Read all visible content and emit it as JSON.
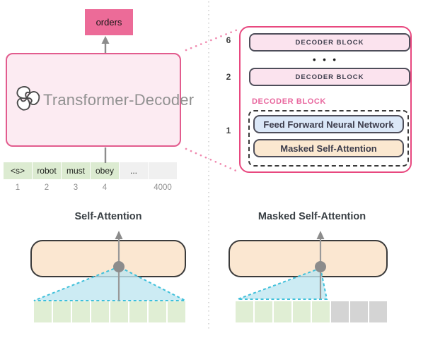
{
  "colors": {
    "pink_accent": "#e8487f",
    "pink_border_main": "#e25c8e",
    "pink_fill_light": "#fcebf2",
    "pink_block_fill": "#fbe3ee",
    "orders_pink": "#ec6b98",
    "blue_layer_fill": "#dbe8f8",
    "peach_layer_fill": "#fbe8d0",
    "tan_pill_fill": "#fbe7d1",
    "green_cell": "#dcebd1",
    "masked_gray_cell": "#d4d4d4",
    "cone_fill": "#bfe6f0",
    "cone_border": "#3fc0da",
    "arrow_gray": "#8c8c8c"
  },
  "left_panel": {
    "output_label": "orders",
    "decoder_label": "Transformer-Decoder",
    "tokens": [
      {
        "text": "<s>",
        "index": "1"
      },
      {
        "text": "robot",
        "index": "2"
      },
      {
        "text": "must",
        "index": "3"
      },
      {
        "text": "obey",
        "index": "4"
      },
      {
        "text": "...",
        "index": ""
      },
      {
        "text": "",
        "index": "4000"
      }
    ]
  },
  "decoder_stack": {
    "top_block": {
      "index": "6",
      "label": "DECODER BLOCK"
    },
    "ellipsis": "• • •",
    "mid_block": {
      "index": "2",
      "label": "DECODER BLOCK"
    },
    "expanded_block": {
      "index": "1",
      "title": "DECODER BLOCK",
      "ffnn_label": "Feed Forward Neural Network",
      "attention_label": "Masked Self-Attention"
    }
  },
  "bottom": {
    "self_attention": {
      "title": "Self-Attention"
    },
    "masked_self_attention": {
      "title": "Masked Self-Attention"
    }
  }
}
